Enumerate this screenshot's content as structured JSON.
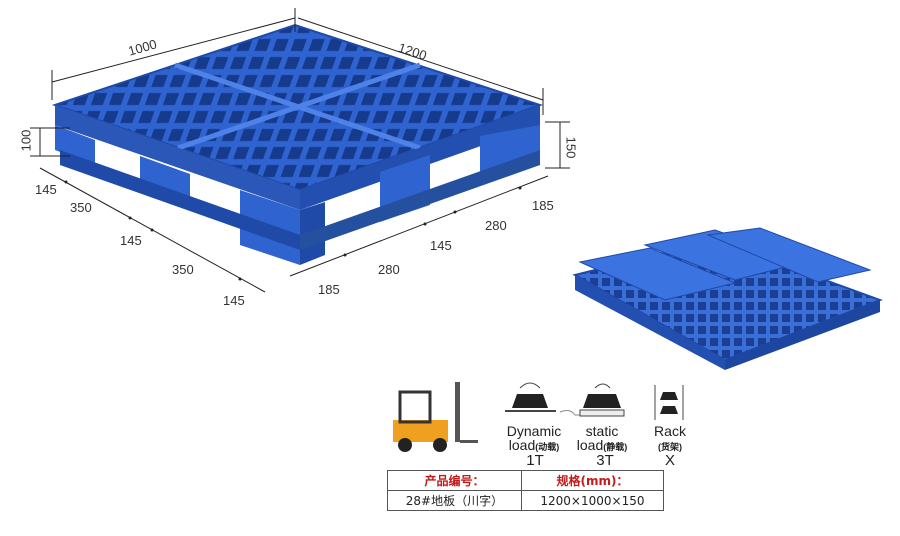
{
  "dimensions": {
    "width": "1000",
    "length": "1200",
    "height": "150",
    "deck_height": "100",
    "front": [
      "145",
      "350",
      "145",
      "350",
      "145"
    ],
    "side": [
      "185",
      "280",
      "145",
      "280",
      "185"
    ]
  },
  "load_types": [
    {
      "name": "Dynamic",
      "name2": "load",
      "cn": "(动载)",
      "rating": "1T"
    },
    {
      "name": "static",
      "name2": "load",
      "cn": "(静载)",
      "rating": "3T"
    },
    {
      "name": "Rack",
      "name2": "",
      "cn": "(货架)",
      "rating": "X"
    }
  ],
  "spec_table": {
    "headers": [
      "产品编号：",
      "规格(mm)："
    ],
    "rows": [
      [
        "28#地板（川字）",
        "1200×1000×150"
      ]
    ]
  },
  "colors": {
    "pallet_blue": "#2f63cf",
    "pallet_dark": "#1f4aa8",
    "header_red": "#c41a1a"
  }
}
